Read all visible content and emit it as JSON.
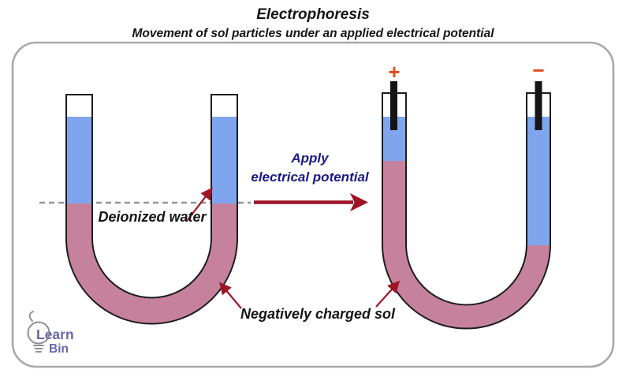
{
  "header": {
    "title": "Electrophoresis",
    "subtitle": "Movement of sol particles under an applied electrical potential"
  },
  "diagram": {
    "before": {
      "water_label": "Deionized water"
    },
    "transition": {
      "line1": "Apply",
      "line2": "electrical potential"
    },
    "after": {
      "positive_electrode": "+",
      "negative_electrode": "−"
    },
    "sol_label": "Negatively charged sol"
  },
  "logo": {
    "learn": "Learn",
    "bin": "Bin"
  },
  "colors": {
    "water_blue": "#80a5ef",
    "sol_pink": "#c6829c",
    "tube_outline": "#1c1c1c",
    "dash_gray": "#959595",
    "arrow_red": "#9e1527",
    "potential_navy": "#1a1a84",
    "electrode_sign_orange": "#e2491b",
    "electrode_black": "#141414",
    "panel_border": "#a9a9a9",
    "logo_purple": "#6967a7",
    "logo_gray": "#8f8f96",
    "text_black": "#151515"
  }
}
